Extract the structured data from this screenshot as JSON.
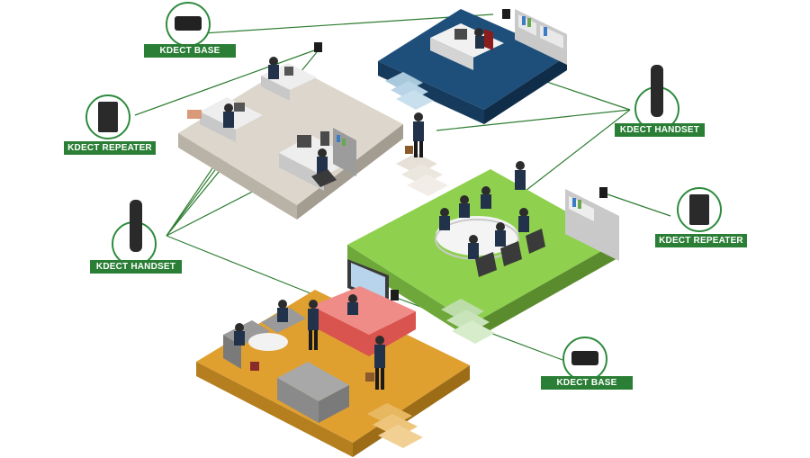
{
  "devices": [
    {
      "id": "base-top",
      "type": "base",
      "label": "KDECT BASE"
    },
    {
      "id": "repeater-left",
      "type": "repeater",
      "label": "KDECT REPEATER"
    },
    {
      "id": "handset-right",
      "type": "handset",
      "label": "KDECT HANDSET"
    },
    {
      "id": "repeater-right",
      "type": "repeater",
      "label": "KDECT REPEATER"
    },
    {
      "id": "handset-left",
      "type": "handset",
      "label": "KDECT HANDSET"
    },
    {
      "id": "base-bottom",
      "type": "base",
      "label": "KDECT BASE"
    }
  ],
  "colors": {
    "link_line": "#2e7d32",
    "label_bg": "#2a7e35",
    "executive_floor": "#1e4f7a",
    "office_floor": "#dcd6cc",
    "meeting_floor": "#8fd14f",
    "lobby_floor": "#e0a030"
  }
}
